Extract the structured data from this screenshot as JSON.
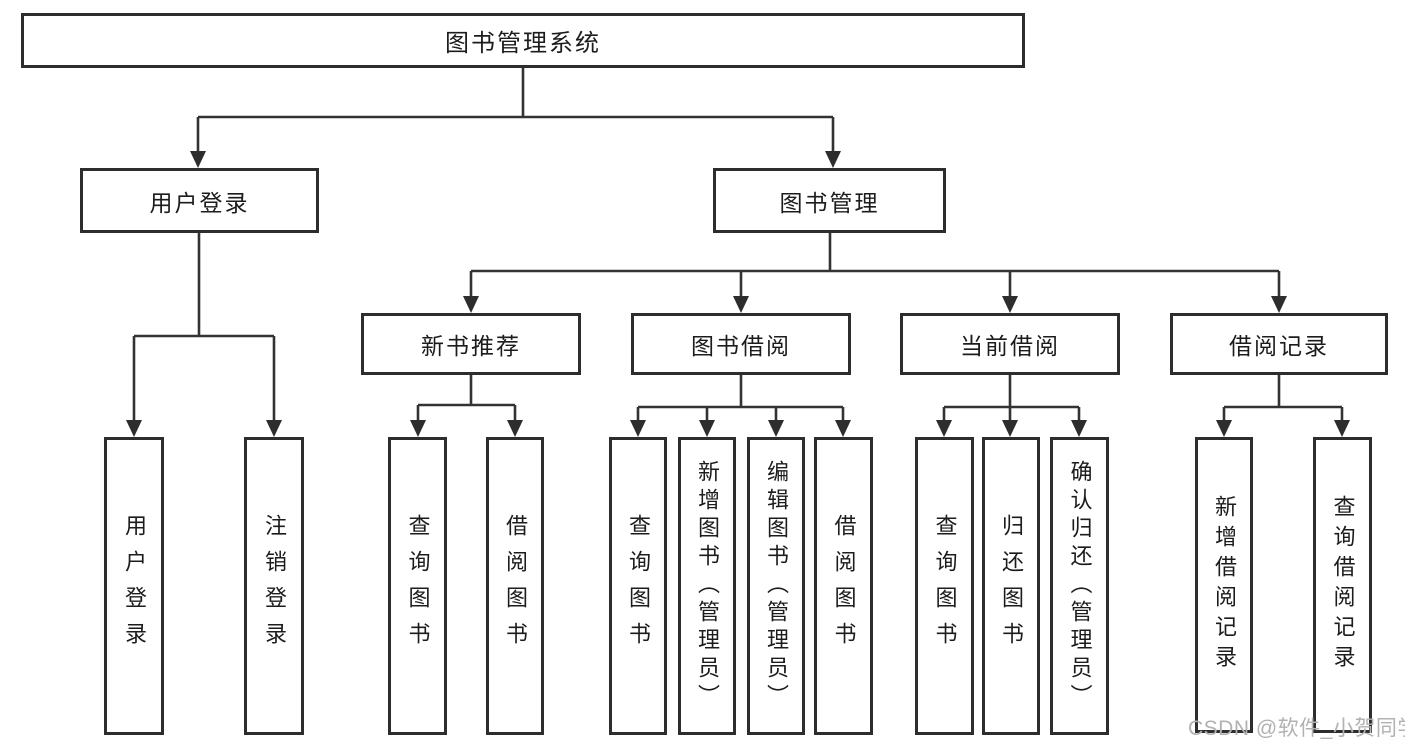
{
  "diagram": {
    "root": "图书管理系统",
    "branches": [
      {
        "label": "用户登录",
        "children": [
          "用户登录",
          "注销登录"
        ]
      },
      {
        "label": "图书管理",
        "children": [
          {
            "label": "新书推荐",
            "children": [
              "查询图书",
              "借阅图书"
            ]
          },
          {
            "label": "图书借阅",
            "children": [
              "查询图书",
              "新增图书（管理员）",
              "编辑图书（管理员）",
              "借阅图书"
            ]
          },
          {
            "label": "当前借阅",
            "children": [
              "查询图书",
              "归还图书",
              "确认归还（管理员）"
            ]
          },
          {
            "label": "借阅记录",
            "children": [
              "新增借阅记录",
              "查询借阅记录"
            ]
          }
        ]
      }
    ]
  },
  "watermark": "CSDN @软件_小贺同学",
  "colors": {
    "line": "#333333",
    "border": "#2d2d2d",
    "text": "#1c1c1c",
    "watermark": "#b2b2b2",
    "background": "#ffffff"
  }
}
